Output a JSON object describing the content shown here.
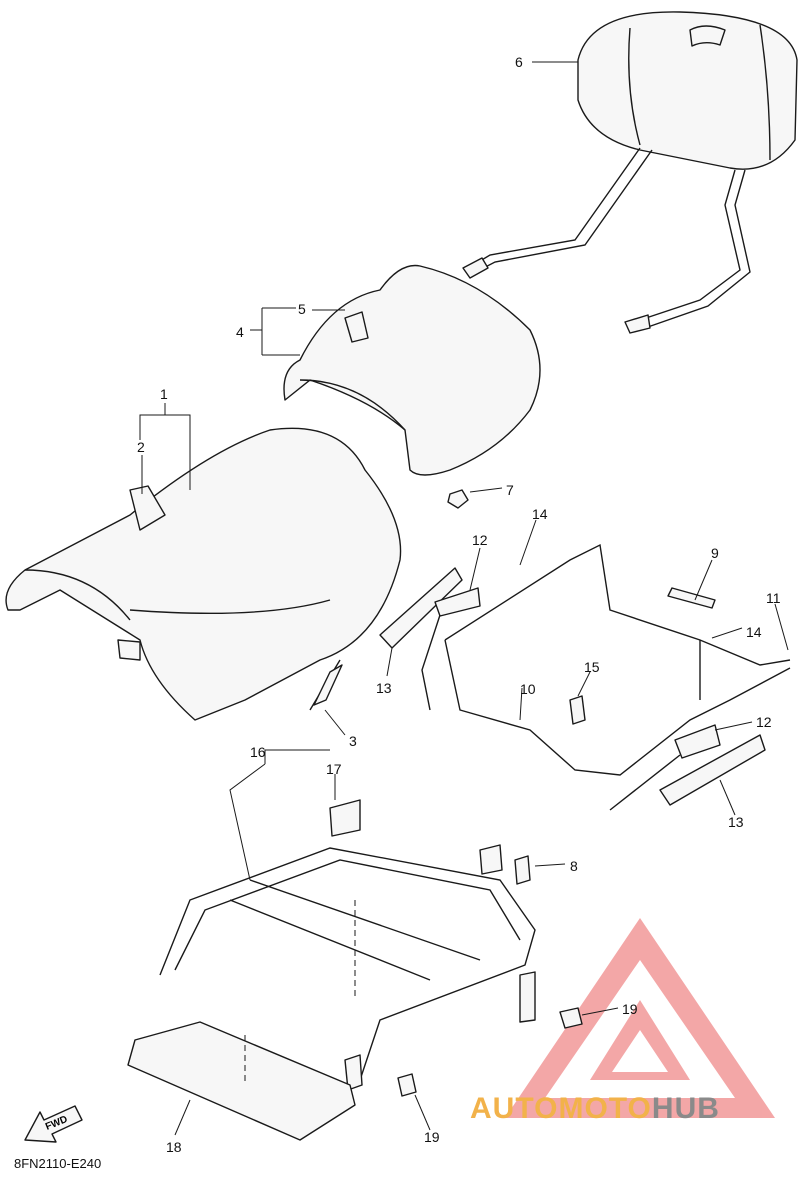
{
  "diagram": {
    "code": "8FN2110-E240",
    "fwd_label": "FWD",
    "callouts": {
      "c1": "1",
      "c2": "2",
      "c3": "3",
      "c4": "4",
      "c5": "5",
      "c6": "6",
      "c7": "7",
      "c8": "8",
      "c9": "9",
      "c10": "10",
      "c11": "11",
      "c12a": "12",
      "c12b": "12",
      "c13a": "13",
      "c13b": "13",
      "c14a": "14",
      "c14b": "14",
      "c15": "15",
      "c16": "16",
      "c17": "17",
      "c18": "18",
      "c19a": "19",
      "c19b": "19"
    }
  },
  "watermark": {
    "brand_part1": "AUTOMOTO",
    "brand_part2": "HUB",
    "triangle_color": "#f08a8a",
    "brand_color_1": "#f2b24a",
    "brand_color_2": "#8a8a8a"
  }
}
